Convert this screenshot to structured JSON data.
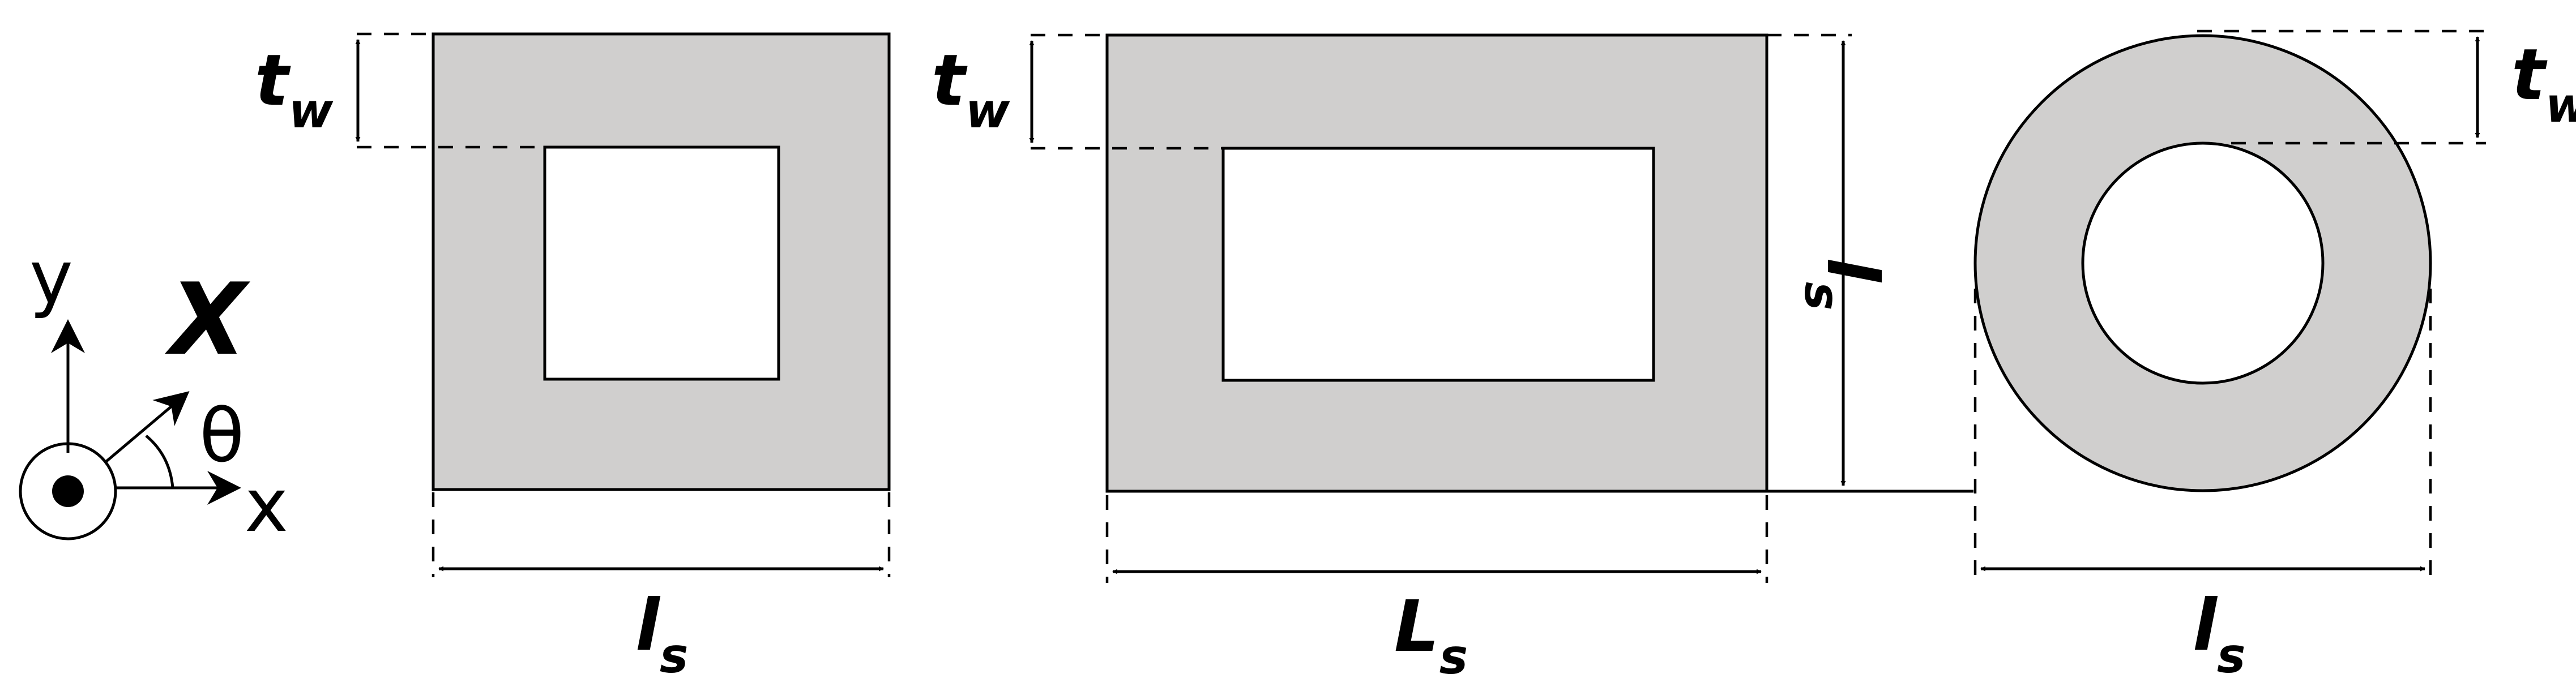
{
  "axes": {
    "y": "y",
    "x": "x",
    "theta": "θ",
    "X": "X"
  },
  "shapes": [
    {
      "kind": "square-tube",
      "thickness_label": {
        "main": "t",
        "sub": "w"
      },
      "width_label": {
        "main": "l",
        "sub": "s"
      }
    },
    {
      "kind": "rectangular-tube",
      "thickness_label": {
        "main": "t",
        "sub": "w"
      },
      "width_label": {
        "main": "L",
        "sub": "s"
      },
      "height_label": {
        "main": "l",
        "sub": "s"
      }
    },
    {
      "kind": "circular-tube",
      "thickness_label": {
        "main": "t",
        "sub": "w"
      },
      "width_label": {
        "main": "l",
        "sub": "s"
      }
    }
  ],
  "colors": {
    "wall": "#d0cfce",
    "line": "#000000",
    "background": "#ffffff"
  }
}
